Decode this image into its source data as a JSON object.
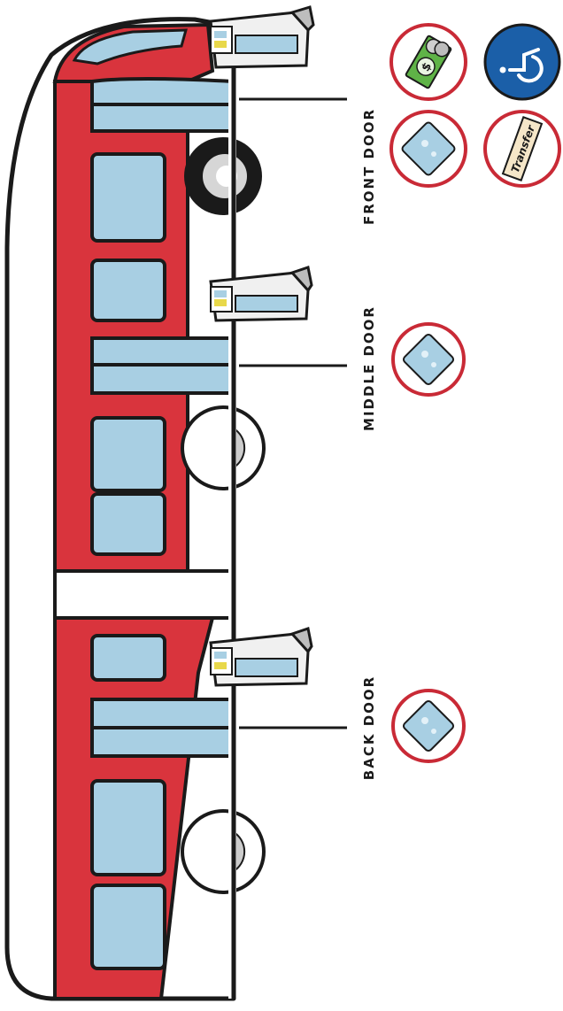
{
  "doors": {
    "front": {
      "label": "FRONT DOOR"
    },
    "middle": {
      "label": "MIDDLE DOOR"
    },
    "back": {
      "label": "BACK DOOR"
    }
  },
  "icons": {
    "cash": {
      "name": "cash-icon",
      "symbol": "$"
    },
    "wheelchair": {
      "name": "wheelchair-icon"
    },
    "card": {
      "name": "fare-card-icon"
    },
    "transfer": {
      "name": "transfer-ticket-icon",
      "text": "Transfer"
    }
  },
  "colors": {
    "bus_red": "#d9343d",
    "window_blue": "#a8cfe3",
    "wheel_gray": "#cccccc",
    "icon_ring_red": "#c92a36",
    "accessibility_blue": "#1b5fa8",
    "outline": "#1a1a1a"
  }
}
